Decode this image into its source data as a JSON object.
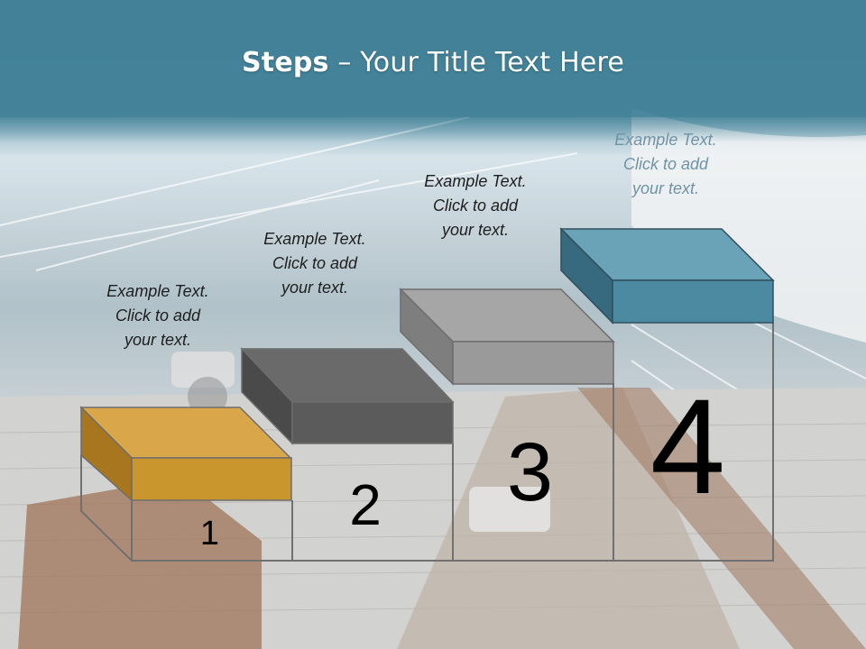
{
  "slide": {
    "title_bold": "Steps",
    "title_rest": " – Your Title Text Here"
  },
  "steps": [
    {
      "number": "1",
      "lines": [
        "Example Text.",
        "Click  to add",
        "your text."
      ],
      "color": "#c8962d"
    },
    {
      "number": "2",
      "lines": [
        "Example Text.",
        "Click  to add",
        "your text."
      ],
      "color": "#5b5b5b"
    },
    {
      "number": "3",
      "lines": [
        "Example Text.",
        "Click  to add",
        "your text."
      ],
      "color": "#9a9a9a"
    },
    {
      "number": "4",
      "lines": [
        "Example Text.",
        "Click  to add",
        "your text."
      ],
      "color": "#4b8aa1"
    }
  ],
  "colors": {
    "header": "#3f7f96",
    "outline": "#6e6e6e"
  }
}
